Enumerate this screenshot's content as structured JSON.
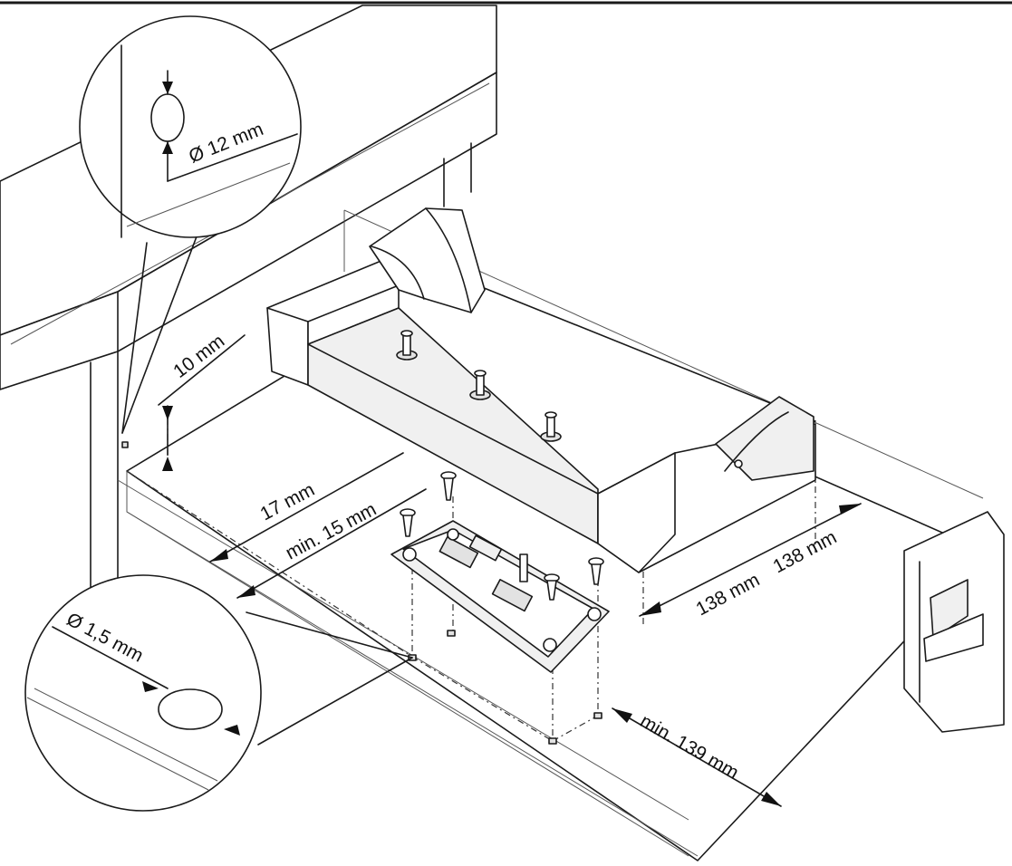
{
  "labels": {
    "hole_diameter_top": "Ø 12 mm",
    "height_10": "10 mm",
    "dist_17": "17 mm",
    "dist_min15": "min. 15 mm",
    "hole_diameter_small": "Ø 1,5 mm",
    "width_138": "138 mm",
    "width_138_overlap": "138 mm",
    "depth_min139": "min. 139 mm"
  }
}
